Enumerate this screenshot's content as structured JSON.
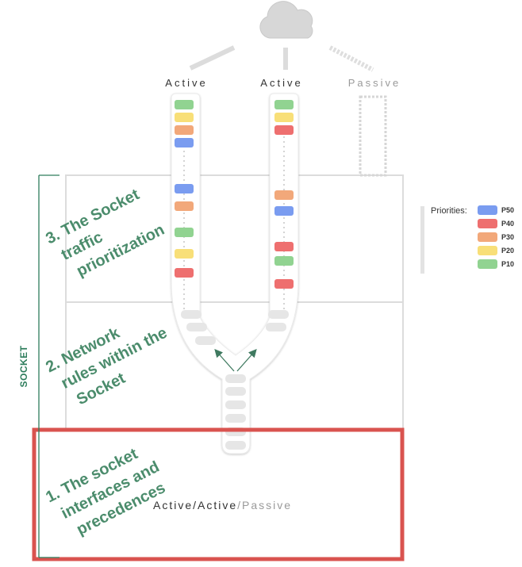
{
  "channels": [
    {
      "label": "Active",
      "state": "active"
    },
    {
      "label": "Active",
      "state": "active"
    },
    {
      "label": "Passive",
      "state": "passive"
    }
  ],
  "stages": {
    "prioritization": [
      "3. The Socket",
      "traffic",
      "prioritization"
    ],
    "network_rules": [
      "2. Network",
      "rules within the",
      "Socket"
    ],
    "interfaces": [
      "1. The socket",
      "interfaces and",
      "precedences"
    ]
  },
  "socket_label": "SOCKET",
  "mode": {
    "active_part": "Active/Active",
    "passive_part": "/Passive"
  },
  "legend": {
    "title": "Priorities:",
    "items": [
      {
        "label": "P50",
        "color": "#7a9cf0"
      },
      {
        "label": "P40",
        "color": "#ee6f6f"
      },
      {
        "label": "P30",
        "color": "#f2a87a"
      },
      {
        "label": "P20",
        "color": "#f8df78"
      },
      {
        "label": "P10",
        "color": "#91d391"
      }
    ]
  },
  "queues": {
    "left": [
      "P10",
      "P20",
      "P30",
      "P50",
      "P50",
      "P30",
      "P10",
      "P20",
      "P40"
    ],
    "right": [
      "P10",
      "P20",
      "P40",
      "P30",
      "P50",
      "P40",
      "P10",
      "P40"
    ]
  },
  "colors": {
    "highlight": "#d9534f",
    "stage_text": "#4b8c6c",
    "bracket": "#2e7d5c",
    "slot": "#e6e6e6"
  }
}
